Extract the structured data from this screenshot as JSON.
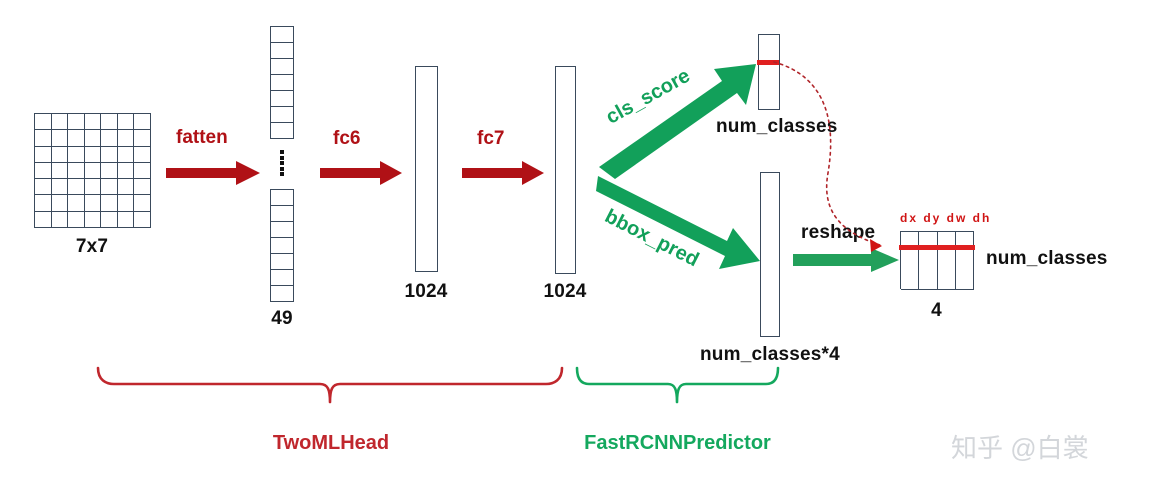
{
  "diagram": {
    "title": "Fast R-CNN box head / predictor structure",
    "colors": {
      "red": "#B01116",
      "dark_red": "#C0272D",
      "green": "#12A05A",
      "box_stroke": "#3a4a5c",
      "red_line": "#E02020",
      "watermark": "#d3d6da"
    },
    "input": {
      "label": "7x7"
    },
    "flatten": {
      "arrow_label": "fatten"
    },
    "flat_vector": {
      "label": "49"
    },
    "fc6": {
      "arrow_label": "fc6"
    },
    "fc6_out": {
      "label": "1024"
    },
    "fc7": {
      "arrow_label": "fc7"
    },
    "fc7_out": {
      "label": "1024"
    },
    "cls_branch": {
      "arrow_label": "cls_score",
      "output_label": "num_classes"
    },
    "bbox_branch": {
      "arrow_label": "bbox_pred",
      "output_label": "num_classes*4"
    },
    "reshape": {
      "arrow_label": "reshape"
    },
    "reshaped_tensor": {
      "col_headers": [
        "dx",
        "dy",
        "dw",
        "dh"
      ],
      "col_headers_text": "dx dy dw dh",
      "width_label": "4",
      "height_label": "num_classes"
    },
    "groups": [
      {
        "name": "TwoMLHead",
        "color": "#C0272D"
      },
      {
        "name": "FastRCNNPredictor",
        "color": "#14A85E"
      }
    ],
    "group_left_label": "TwoMLHead",
    "group_right_label": "FastRCNNPredictor",
    "watermark": "知乎 @白裳"
  }
}
